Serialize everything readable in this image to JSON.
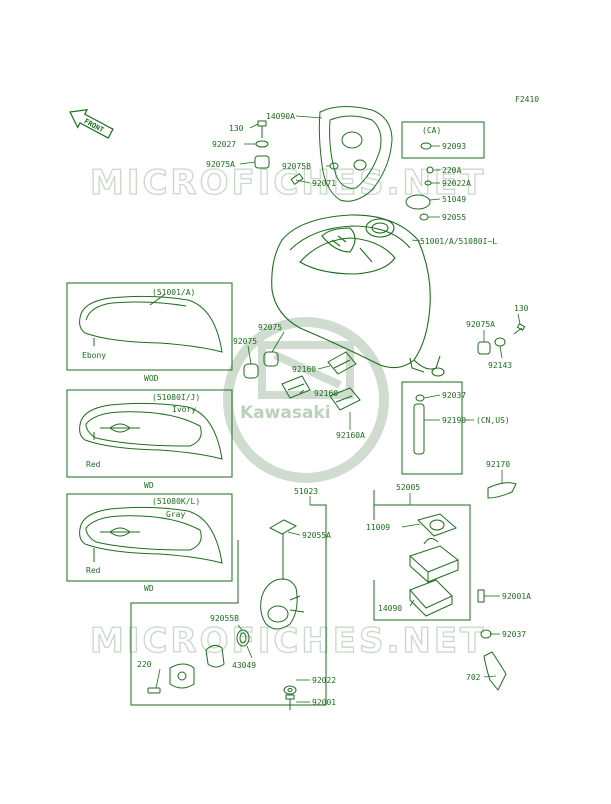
{
  "diagram_code": "F2410",
  "front_label": "FRONT",
  "watermark_text": "MICROFICHES.NET",
  "logo_text": "Kawasaki",
  "colors": {
    "line": "#1e6e1e",
    "watermark": "#c9d8c9",
    "background": "#ffffff"
  },
  "variants": [
    {
      "code": "(51001/A)",
      "color_label": "Ebony",
      "note": "WOD"
    },
    {
      "code": "(51080I/J)",
      "color_label": "Ivory",
      "color_label_2": "Red",
      "note": "WD"
    },
    {
      "code": "(51080K/L)",
      "color_label": "Gray",
      "color_label_2": "Red",
      "note": "WD"
    }
  ],
  "part_labels": [
    "130",
    "92027",
    "92075A",
    "14090A",
    "92075B",
    "92071",
    "(CA)",
    "92093",
    "220A",
    "92022A",
    "51049",
    "92055",
    "51001/A/51080I~L",
    "92075",
    "92075",
    "92160",
    "92160",
    "92160A",
    "130",
    "92075A",
    "92143",
    "92037",
    "92190",
    "(CN,US)",
    "92170",
    "51023",
    "92055A",
    "92055B",
    "43049",
    "220",
    "92022",
    "92001",
    "52005",
    "11009",
    "14090",
    "92001A",
    "92037",
    "702"
  ]
}
